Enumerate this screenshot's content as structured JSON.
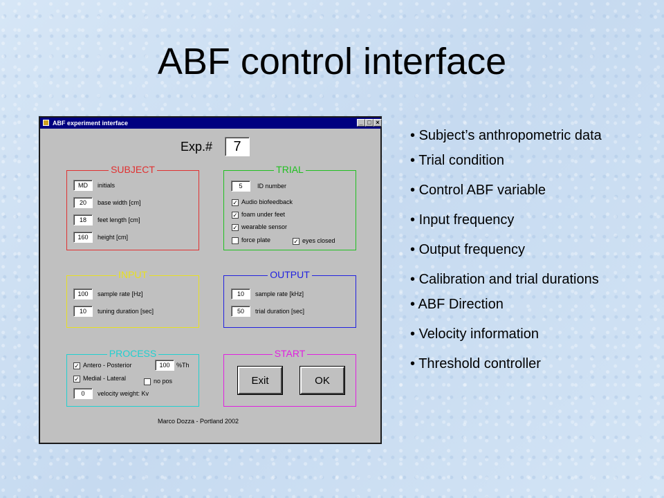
{
  "slide": {
    "title": "ABF control interface"
  },
  "window": {
    "title": "ABF experiment interface",
    "controls": {
      "minimize": "_",
      "maximize": "□",
      "close": "×"
    },
    "exp_label": "Exp.#",
    "exp_value": "7",
    "footer": "Marco Dozza - Portland 2002"
  },
  "subject": {
    "title": "SUBJECT",
    "color": "#e03030",
    "rows": [
      {
        "value": "MD",
        "label": "initials"
      },
      {
        "value": "20",
        "label": "base width [cm]"
      },
      {
        "value": "18",
        "label": "feet length [cm]"
      },
      {
        "value": "160",
        "label": "height [cm]"
      }
    ]
  },
  "trial": {
    "title": "TRIAL",
    "color": "#20c020",
    "id_value": "5",
    "id_label": "ID number",
    "checks": [
      {
        "label": "Audio biofeedback",
        "checked": true
      },
      {
        "label": "foam under feet",
        "checked": true
      },
      {
        "label": "wearable sensor",
        "checked": true
      },
      {
        "label": "force plate",
        "checked": false
      },
      {
        "label": "eyes closed",
        "checked": true
      }
    ]
  },
  "input": {
    "title": "INPUT",
    "color": "#e8e020",
    "rows": [
      {
        "value": "100",
        "label": "sample rate [Hz]"
      },
      {
        "value": "10",
        "label": "tuning duration [sec]"
      }
    ]
  },
  "output": {
    "title": "OUTPUT",
    "color": "#2020e0",
    "rows": [
      {
        "value": "10",
        "label": "sample rate [kHz]"
      },
      {
        "value": "50",
        "label": "trial duration [sec]"
      }
    ]
  },
  "process": {
    "title": "PROCESS",
    "color": "#20d0d0",
    "checks": [
      {
        "label": "Antero - Posterior",
        "checked": true
      },
      {
        "label": "Medial - Lateral",
        "checked": true
      },
      {
        "label": "no pos",
        "checked": false
      }
    ],
    "th_value": "100",
    "th_label": "%Th",
    "velocity_value": "0",
    "velocity_label": "velocity weight: Kv"
  },
  "start": {
    "title": "START",
    "color": "#e020e0",
    "exit_label": "Exit",
    "ok_label": "OK"
  },
  "bullets": [
    "Subject’s anthropometric data",
    "Trial condition",
    "Control ABF variable",
    "Input frequency",
    "Output frequency",
    "Calibration and trial durations",
    "ABF Direction",
    "Velocity information",
    "Threshold controller"
  ]
}
